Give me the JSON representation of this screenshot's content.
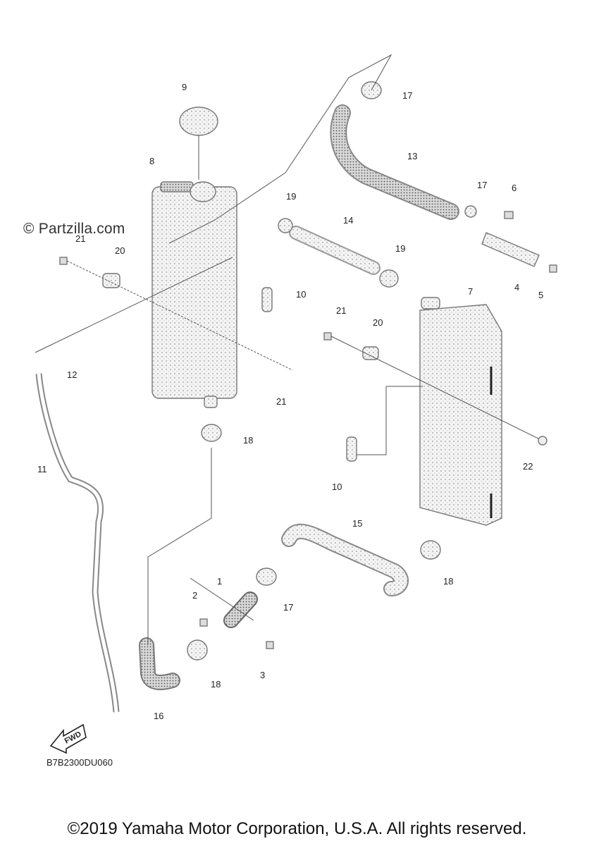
{
  "watermark": "© Partzilla.com",
  "diagram_code": "B7B2300DU060",
  "copyright": "©2019 Yamaha Motor Corporation, U.S.A. All rights reserved.",
  "fwd_label": "FWD",
  "labels": {
    "p1": "1",
    "p2": "2",
    "p3": "3",
    "p4": "4",
    "p5": "5",
    "p6": "6",
    "p7": "7",
    "p8": "8",
    "p9": "9",
    "p10": "10",
    "p11": "11",
    "p12": "12",
    "p13": "13",
    "p14": "14",
    "p15": "15",
    "p16": "16",
    "p17": "17",
    "p18": "18",
    "p19": "19",
    "p20": "20",
    "p21": "21",
    "p22": "22"
  }
}
